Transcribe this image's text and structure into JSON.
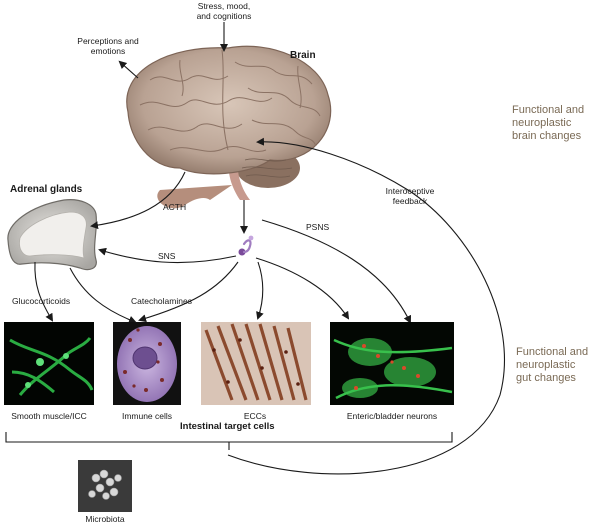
{
  "inputs": {
    "stress": "Stress, mood,\nand cognitions"
  },
  "brain": {
    "label": "Brain",
    "output": "Perceptions and\nemotions"
  },
  "adrenal": {
    "label": "Adrenal glands"
  },
  "pathways": {
    "acth": "ACTH",
    "sns": "SNS",
    "psns": "PSNS",
    "glucocorticoids": "Glucocorticoids",
    "catecholamines": "Catecholamines",
    "interoceptive": "Interoceptive\nfeedback"
  },
  "cells": {
    "group_label": "Intestinal target cells",
    "items": [
      {
        "label": "Smooth muscle/ICC"
      },
      {
        "label": "Immune cells"
      },
      {
        "label": "ECCs"
      },
      {
        "label": "Enteric/bladder neurons"
      }
    ]
  },
  "microbiota": {
    "label": "Microbiota"
  },
  "side_notes": {
    "brain_changes": "Functional and\nneuroplastic\nbrain changes",
    "gut_changes": "Functional and\nneuroplastic\ngut changes"
  },
  "colors": {
    "arrow": "#1a1a1a",
    "side_text": "#7a6a55",
    "green": "#2fbf4a",
    "purple": "#9b6fb5"
  }
}
